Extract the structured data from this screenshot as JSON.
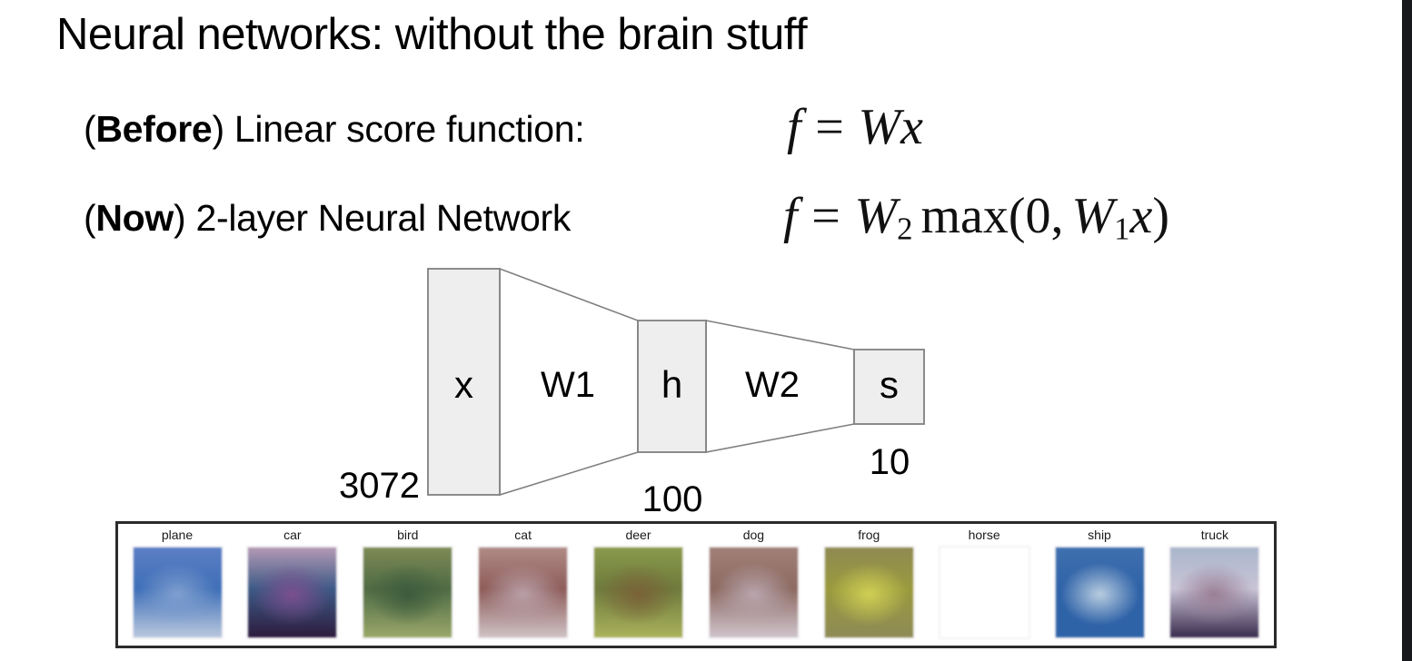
{
  "slide": {
    "title": "Neural networks: without the brain stuff",
    "bullets": [
      {
        "tag": "Before",
        "open_paren": "(",
        "close_paren": ")",
        "text": " Linear score function:",
        "formula_plain": "f = Wx"
      },
      {
        "tag": "Now",
        "open_paren": "(",
        "close_paren": ")",
        "text": " 2-layer Neural Network",
        "formula_plain": "f = W2 max(0, W1x)"
      }
    ],
    "formulas": {
      "linear": {
        "f": "f",
        "equals": "=",
        "W": "W",
        "x": "x"
      },
      "two_layer": {
        "f": "f",
        "equals": "=",
        "W2": "W",
        "W2_sub": "2",
        "max": "max",
        "lparen": "(",
        "zero": "0",
        "comma": ",",
        "W1": "W",
        "W1_sub": "1",
        "x": "x",
        "rparen": ")"
      }
    }
  },
  "diagram": {
    "title": "two-layer-network",
    "nodes": [
      {
        "letter": "x",
        "size": "3072"
      },
      {
        "letter": "h",
        "size": "100"
      },
      {
        "letter": "s",
        "size": "10"
      }
    ],
    "weights": [
      {
        "label": "W1"
      },
      {
        "label": "W2"
      }
    ],
    "colors": {
      "node_fill": "#eeeeee",
      "node_stroke": "#808080",
      "connector_stroke": "#808080"
    }
  },
  "cifar_panel": {
    "border_color": "#2b2b2b",
    "classes": [
      {
        "label": "plane",
        "c1": "#5b7fc4",
        "c2": "#3f6fb8",
        "c3": "#7f9fcf",
        "c4": "#b9c8de"
      },
      {
        "label": "car",
        "c1": "#b49ab6",
        "c2": "#3d5a86",
        "c3": "#7b4f8e",
        "c4": "#2d1c3e"
      },
      {
        "label": "bird",
        "c1": "#7d8a55",
        "c2": "#4f6b45",
        "c3": "#3d5c3c",
        "c4": "#9aa86a"
      },
      {
        "label": "cat",
        "c1": "#b08a86",
        "c2": "#8e5d5a",
        "c3": "#b9a0a8",
        "c4": "#cfc2c6"
      },
      {
        "label": "deer",
        "c1": "#8a9a4c",
        "c2": "#6e7a3c",
        "c3": "#7a6238",
        "c4": "#aab35c"
      },
      {
        "label": "dog",
        "c1": "#a08078",
        "c2": "#8d6a62",
        "c3": "#b9a6ae",
        "c4": "#cfc4cc"
      },
      {
        "label": "frog",
        "c1": "#8f8a52",
        "c2": "#9a9a3e",
        "c3": "#cfcf55",
        "c4": "#8e8a56"
      },
      {
        "label": "horse",
        "c1": "#6f7b8c",
        "c2": "#a06a72",
        "c3": "#3a2c24",
        "c4": "#b9a martin"
      },
      {
        "label": "ship",
        "c1": "#3f6fae",
        "c2": "#2f63a8",
        "c3": "#b9cde0",
        "c4": "#2f63a8"
      },
      {
        "label": "truck",
        "c1": "#aab6cc",
        "c2": "#c9c4d6",
        "c3": "#9a7f96",
        "c4": "#3a2c4e"
      }
    ]
  }
}
